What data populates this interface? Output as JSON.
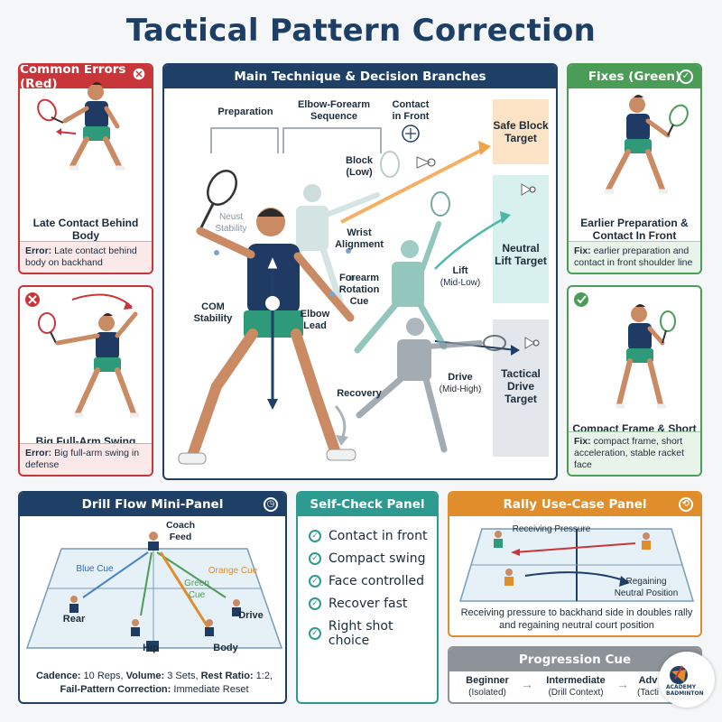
{
  "title": "Tactical Pattern Correction",
  "errors": {
    "header": "Common Errors (Red)",
    "e1_caption": "Late Contact Behind Body",
    "e1_label": "Error:",
    "e1_note": " Late contact behind body on backhand",
    "e2_caption": "Big Full-Arm Swing",
    "e2_label": "Error:",
    "e2_note": " Big full-arm swing in defense"
  },
  "main": {
    "header": "Main Technique & Decision Branches",
    "phase_prep": "Preparation",
    "phase_elbow": "Elbow-Forearm Sequence",
    "phase_contact": "Contact in Front",
    "block": "Block",
    "block_sub": "(Low)",
    "lift": "Lift",
    "lift_sub": "(Mid-Low)",
    "drive": "Drive",
    "drive_sub": "(Mid-High)",
    "wrist": "Wrist Alignment",
    "forearm": "Forearm Rotation Cue",
    "elbow": "Elbow Lead",
    "com": "COM Stability",
    "neust": "Neust Stability",
    "recovery": "Recovery",
    "target_safe": "Safe Block Target",
    "target_neutral": "Neutral Lift Target",
    "target_tactical": "Tactical Drive Target"
  },
  "fixes": {
    "header": "Fixes (Green)",
    "f1_caption": "Earlier Preparation & Contact In Front",
    "f1_label": "Fix:",
    "f1_note": " earlier preparation and contact in front shoulder line",
    "f2_caption": "Compact Frame & Short Acceleration",
    "f2_label": "Fix:",
    "f2_note": " compact frame, short acceleration, stable racket face"
  },
  "drill": {
    "header": "Drill Flow Mini-Panel",
    "coach": "Coach Feed",
    "blue_cue": "Blue Cue",
    "orange_cue": "Orange Cue",
    "green_cue": "Green Cue",
    "rear": "Rear",
    "hip": "Hip",
    "body": "Body",
    "drive": "Drive",
    "line1_k1": "Cadence:",
    "line1_v1": " 10 Reps, ",
    "line1_k2": "Volume:",
    "line1_v2": " 3 Sets, ",
    "line1_k3": "Rest Ratio:",
    "line1_v3": " 1:2,",
    "line2_k1": "Fail-Pattern Correction:",
    "line2_v1": " Immediate Reset"
  },
  "selfcheck": {
    "header": "Self-Check Panel",
    "items": [
      "Contact in front",
      "Compact swing",
      "Face controlled",
      "Recover fast",
      "Right shot choice"
    ]
  },
  "rally": {
    "header": "Rally Use-Case Panel",
    "receiving": "Receiving Pressure",
    "regaining": "Regaining Neutral Position",
    "description": "Receiving pressure to backhand side in doubles rally and regaining neutral court position"
  },
  "progression": {
    "header": "Progression Cue",
    "s1": "Beginner",
    "s1_sub": "(Isolated)",
    "s2": "Intermediate",
    "s2_sub": "(Drill Context)",
    "s3": "Adv",
    "s3_sub": "(Tacti"
  },
  "logo": {
    "text": "ACADEMY BADMINTON"
  },
  "colors": {
    "red": "#c9363a",
    "navy": "#1e3f66",
    "green": "#4b9c57",
    "teal": "#2c9a8e",
    "orange": "#e08d2c",
    "player_shirt": "#1f3b63",
    "player_shorts": "#2e9a7a",
    "skin": "#c98a64"
  }
}
